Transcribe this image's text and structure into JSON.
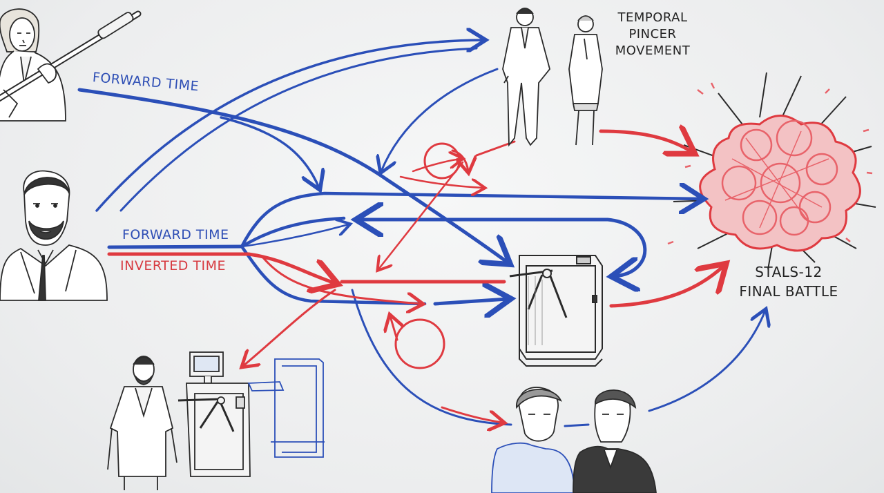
{
  "labels": {
    "forward_time_top": "FORWARD TIME",
    "forward_time_mid": "FORWARD TIME",
    "inverted_time": "INVERTED TIME",
    "pincer_line1": "TEMPORAL",
    "pincer_line2": "PINCER",
    "pincer_line3": "MOVEMENT",
    "battle_line1": "STALS-12",
    "battle_line2": "FINAL BATTLE"
  },
  "colors": {
    "forward": "#2b4fb8",
    "inverted": "#df3a40",
    "ink": "#2a2a2a",
    "explosion": "#e8636a",
    "board": "#eef0f1"
  }
}
